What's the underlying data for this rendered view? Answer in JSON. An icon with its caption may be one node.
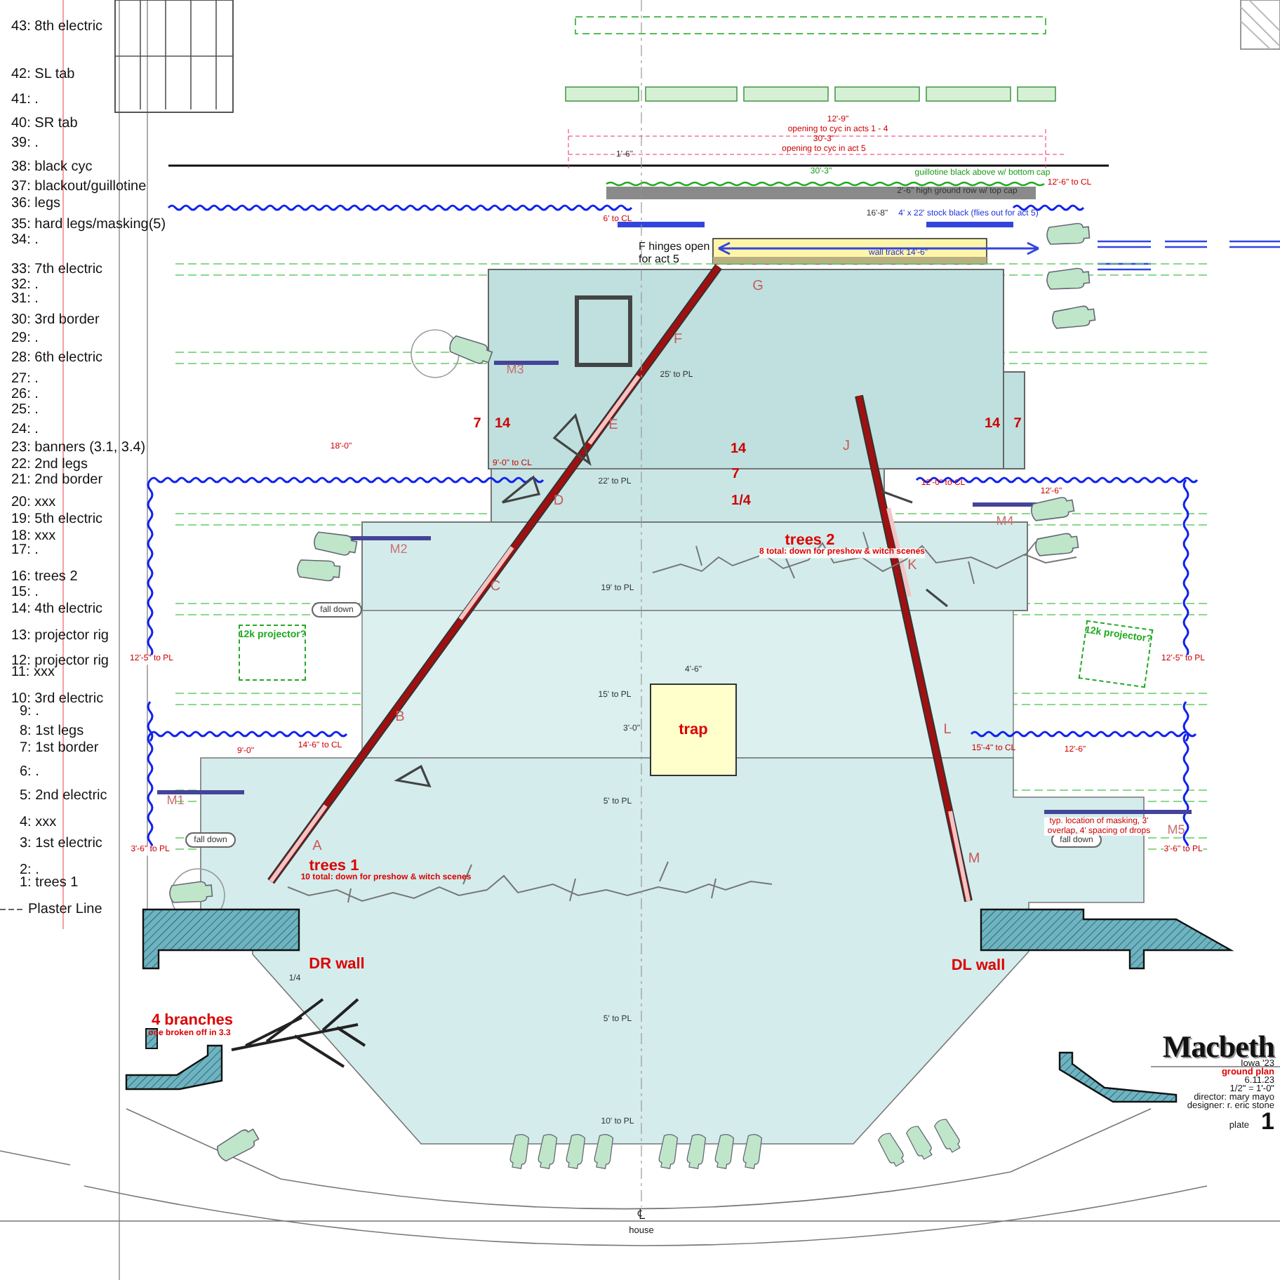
{
  "diagram": {
    "title": "Macbeth",
    "nodes": [
      {
        "text": [
          "trap"
        ]
      },
      {
        "text": [
          "12k projector?"
        ]
      },
      {
        "text": [
          "12k projector?"
        ]
      },
      {
        "text": [
          "fall down"
        ]
      },
      {
        "text": [
          "fall down"
        ]
      },
      {
        "text": [
          "fall down"
        ]
      }
    ],
    "labels": [
      "43: 8th electric",
      "42: SL tab",
      "41: .",
      "40: SR tab",
      "39: .",
      "38: black cyc",
      "37: blackout/guillotine",
      "36: legs",
      "35: hard legs/masking(5)",
      "34: .",
      "33: 7th electric",
      "32: .",
      "31: .",
      "30: 3rd border",
      "29: .",
      "28: 6th electric",
      "27: .",
      "26: .",
      "25: .",
      "24: .",
      "23: banners (3.1, 3.4)",
      "22: 2nd legs",
      "21: 2nd border",
      "20: xxx",
      "19: 5th electric",
      "18: xxx",
      "17: .",
      "16: trees 2",
      "15: .",
      "14: 4th electric",
      "13: projector rig",
      "12: projector rig",
      "11: xxx",
      "10: 3rd electric",
      "9: .",
      "8: 1st legs",
      "7: 1st border",
      "6: .",
      "5: 2nd electric",
      "4: xxx",
      "3: 1st electric",
      "2: .",
      "1: trees 1",
      "Plaster Line",
      "12'-9\"",
      "opening to cyc in acts 1 - 4",
      "30'-3\"",
      "opening to cyc in act 5",
      "1'-6\"",
      "30'-3\"",
      "guillotine black above w/ bottom cap",
      "12'-6\" to CL",
      "2'-6\" high ground row w/ top cap",
      "6' to CL",
      "16'-8\"",
      "4' x 22' stock black (flies out for act 5)",
      "F hinges open for act 5",
      "wall track 14'-6\"",
      "G",
      "F",
      "M3",
      "25' to PL",
      "7",
      "14",
      "E",
      "14",
      "7",
      "18'-0\"",
      "14",
      "J",
      "9'-0\" to CL",
      "22' to PL",
      "7",
      "12'-0\" to CL",
      "12'-6\"",
      "D",
      "1/4",
      "M4",
      "M2",
      "trees 2",
      "8 total: down for preshow & witch scenes",
      "K",
      "C",
      "19' to PL",
      "12'-5\" to PL",
      "12'-5\" to PL",
      "4'-6\"",
      "15' to PL",
      "B",
      "3'-0\"",
      "L",
      "9'-0\"",
      "14'-6\" to CL",
      "15'-4\" to CL",
      "12'-6\"",
      "M1",
      "5' to PL",
      "typ. location of masking, 3' overlap, 4' spacing of drops",
      "M5",
      "3'-6\" to PL",
      "A",
      "trees 1",
      "10 total: down for preshow & witch scenes",
      "M",
      "3'-6\" to PL",
      "DR wall",
      "DL wall",
      "1/4",
      "4 branches",
      "5' to PL",
      "one broken off in 3.3",
      "Iowa '23",
      "ground plan",
      "6.11.23",
      "1/2\" = 1'-0\"",
      "director: mary mayo",
      "designer: r. eric stone",
      "10' to PL",
      "plate",
      "1",
      "℄",
      "house"
    ]
  }
}
